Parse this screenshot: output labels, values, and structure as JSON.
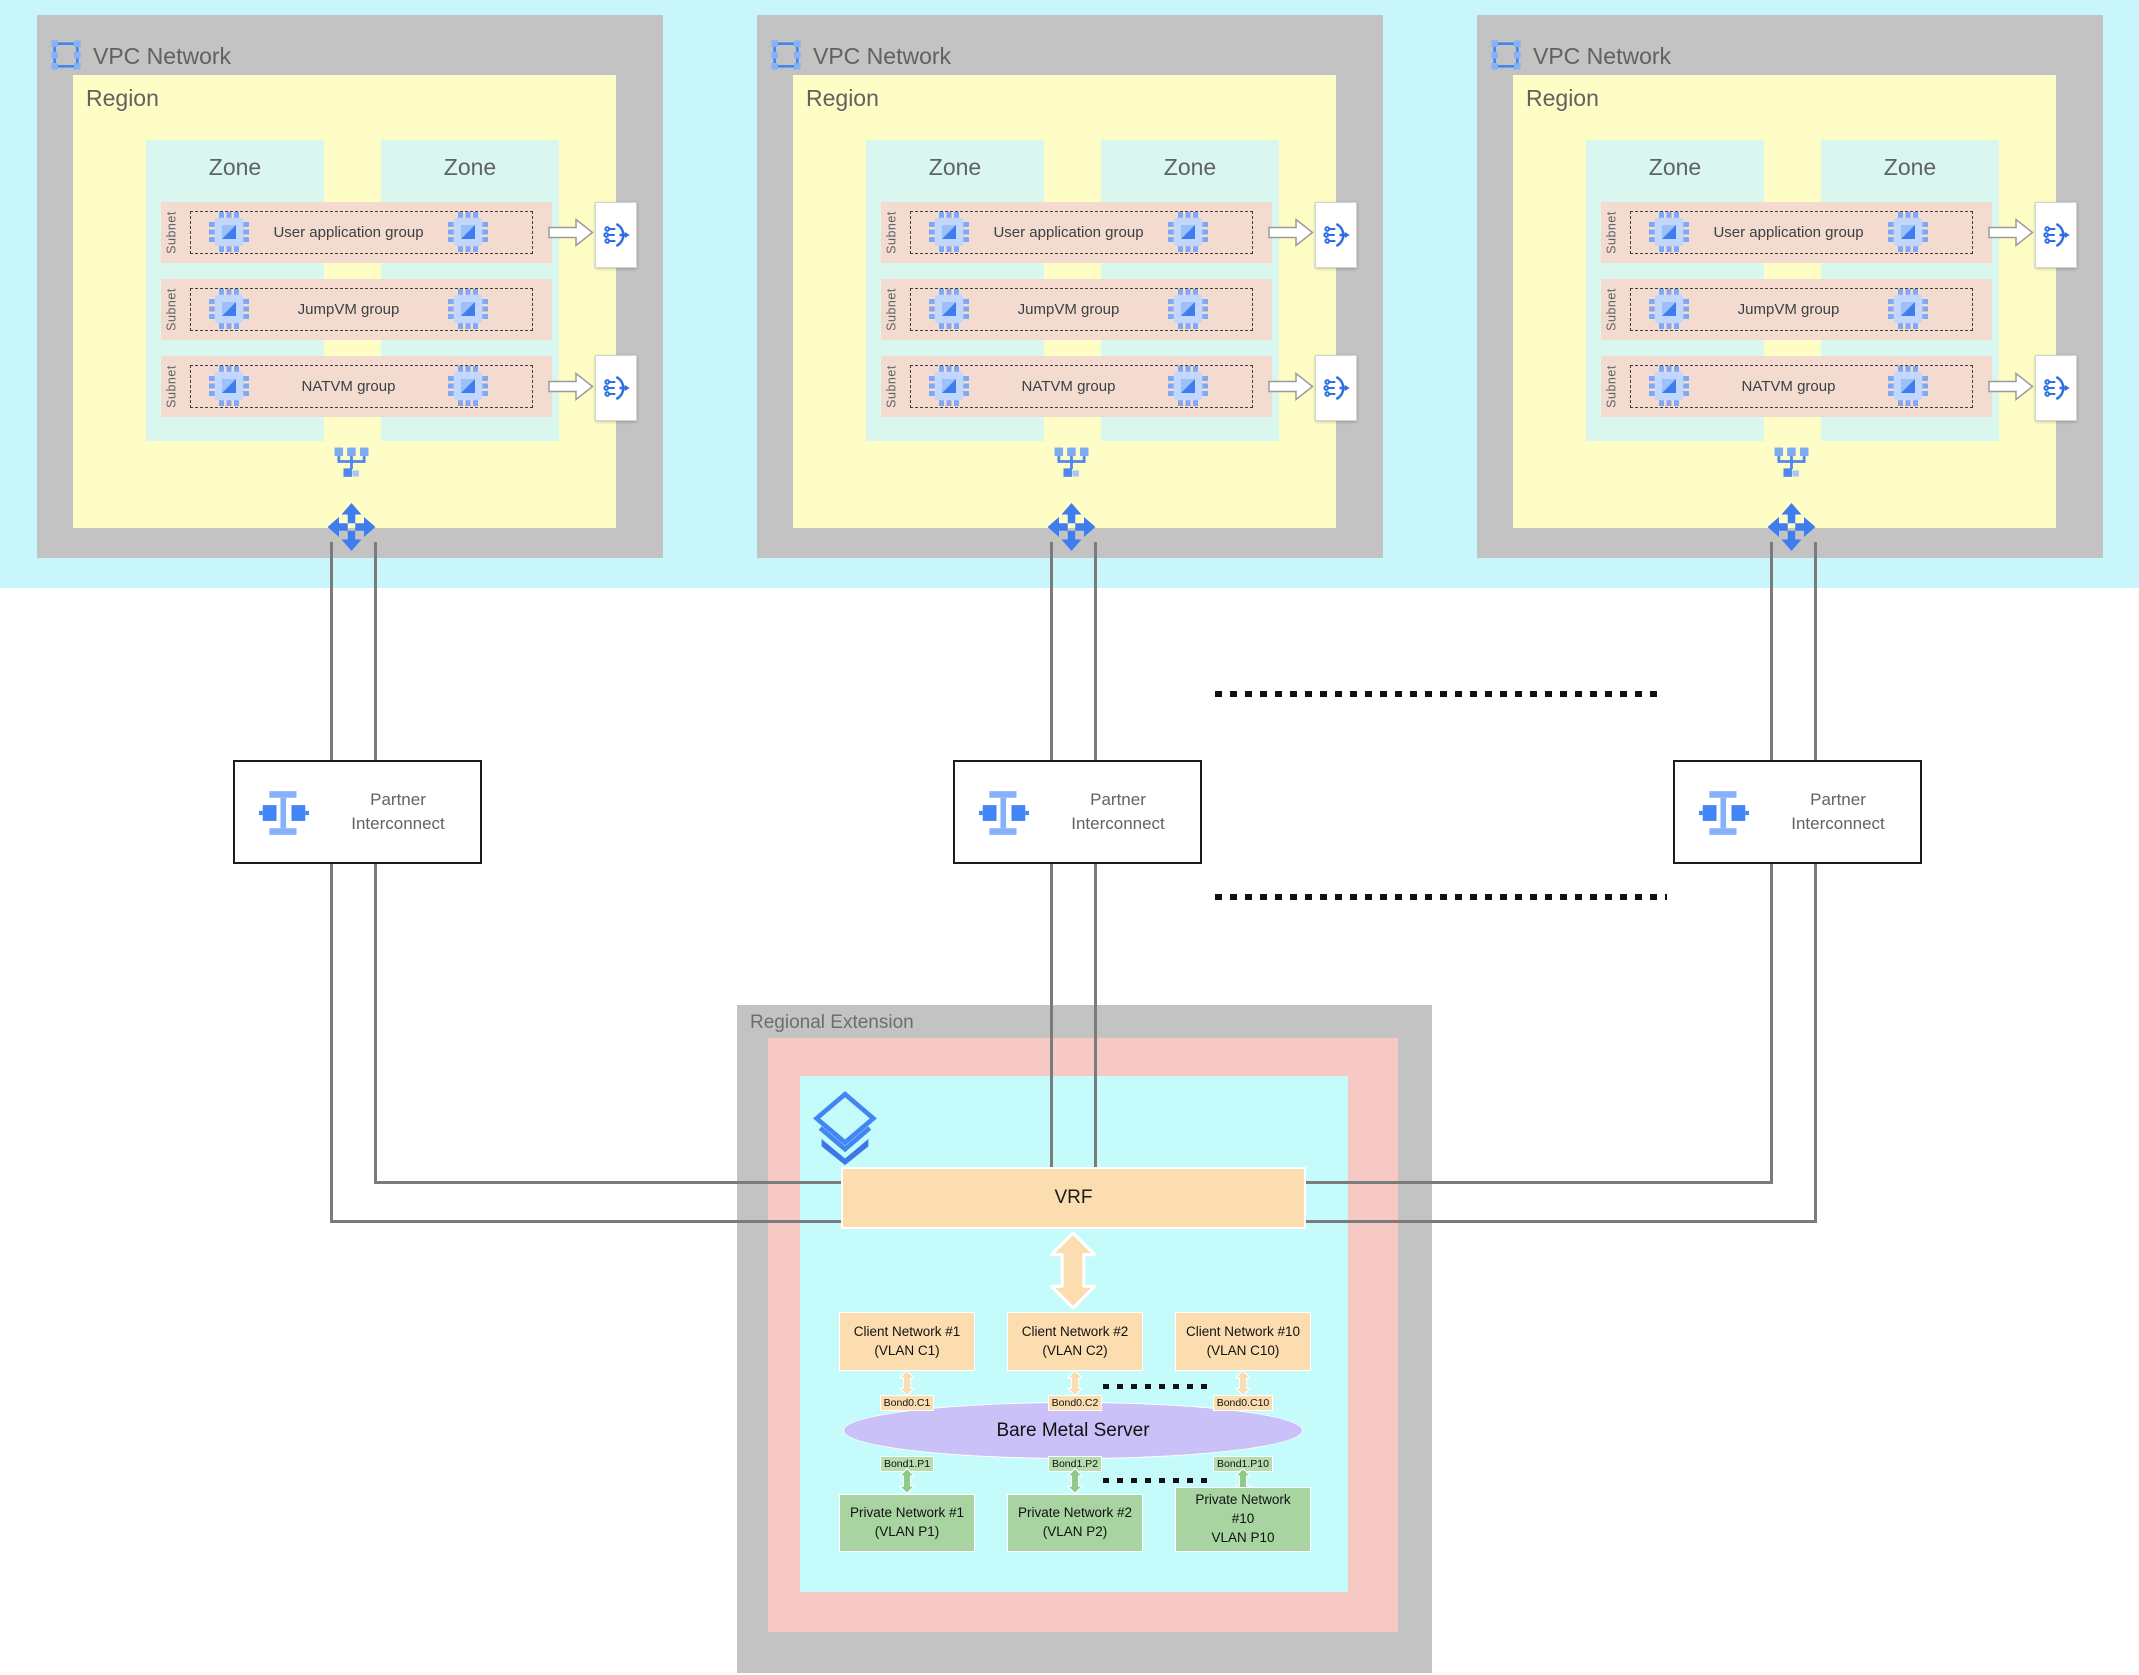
{
  "colors": {
    "band": "#C9F6FB",
    "container_gray": "#C3C3C3",
    "region_yellow": "#FDFDC5",
    "zone_cyan": "#D9F6EF",
    "subnet_pink": "#F3DBD0",
    "icon_blue": "#4285F4",
    "orange": "#FBDDB0",
    "re_pink": "#F7C9C4",
    "re_cyan": "#C6FBFB",
    "green": "#A7D4A1",
    "server_purple": "#C9C1F8",
    "line_gray": "#7B7B7B"
  },
  "vpc_blocks": [
    {
      "title": "VPC Network",
      "region": "Region",
      "zones": [
        "Zone",
        "Zone"
      ],
      "subnet_label": "Subnet",
      "groups": [
        "User application group",
        "JumpVM group",
        "NATVM group"
      ]
    },
    {
      "title": "VPC Network",
      "region": "Region",
      "zones": [
        "Zone",
        "Zone"
      ],
      "subnet_label": "Subnet",
      "groups": [
        "User application group",
        "JumpVM group",
        "NATVM group"
      ]
    },
    {
      "title": "VPC Network",
      "region": "Region",
      "zones": [
        "Zone",
        "Zone"
      ],
      "subnet_label": "Subnet",
      "groups": [
        "User application group",
        "JumpVM group",
        "NATVM group"
      ]
    }
  ],
  "partner_interconnects": [
    {
      "label": "Partner\nInterconnect"
    },
    {
      "label": "Partner\nInterconnect"
    },
    {
      "label": "Partner\nInterconnect"
    }
  ],
  "regional_extension": {
    "title": "Regional Extension",
    "vrf": "VRF",
    "server": "Bare Metal Server",
    "client_networks": [
      "Client Network #1\n(VLAN C1)",
      "Client Network #2\n(VLAN C2)",
      "Client Network #10\n(VLAN C10)"
    ],
    "client_bonds": [
      "Bond0.C1",
      "Bond0.C2",
      "Bond0.C10"
    ],
    "private_bonds": [
      "Bond1.P1",
      "Bond1.P2",
      "Bond1.P10"
    ],
    "private_networks": [
      "Private Network #1\n(VLAN P1)",
      "Private Network #2\n(VLAN P2)",
      "Private Network\n#10\nVLAN P10"
    ]
  }
}
